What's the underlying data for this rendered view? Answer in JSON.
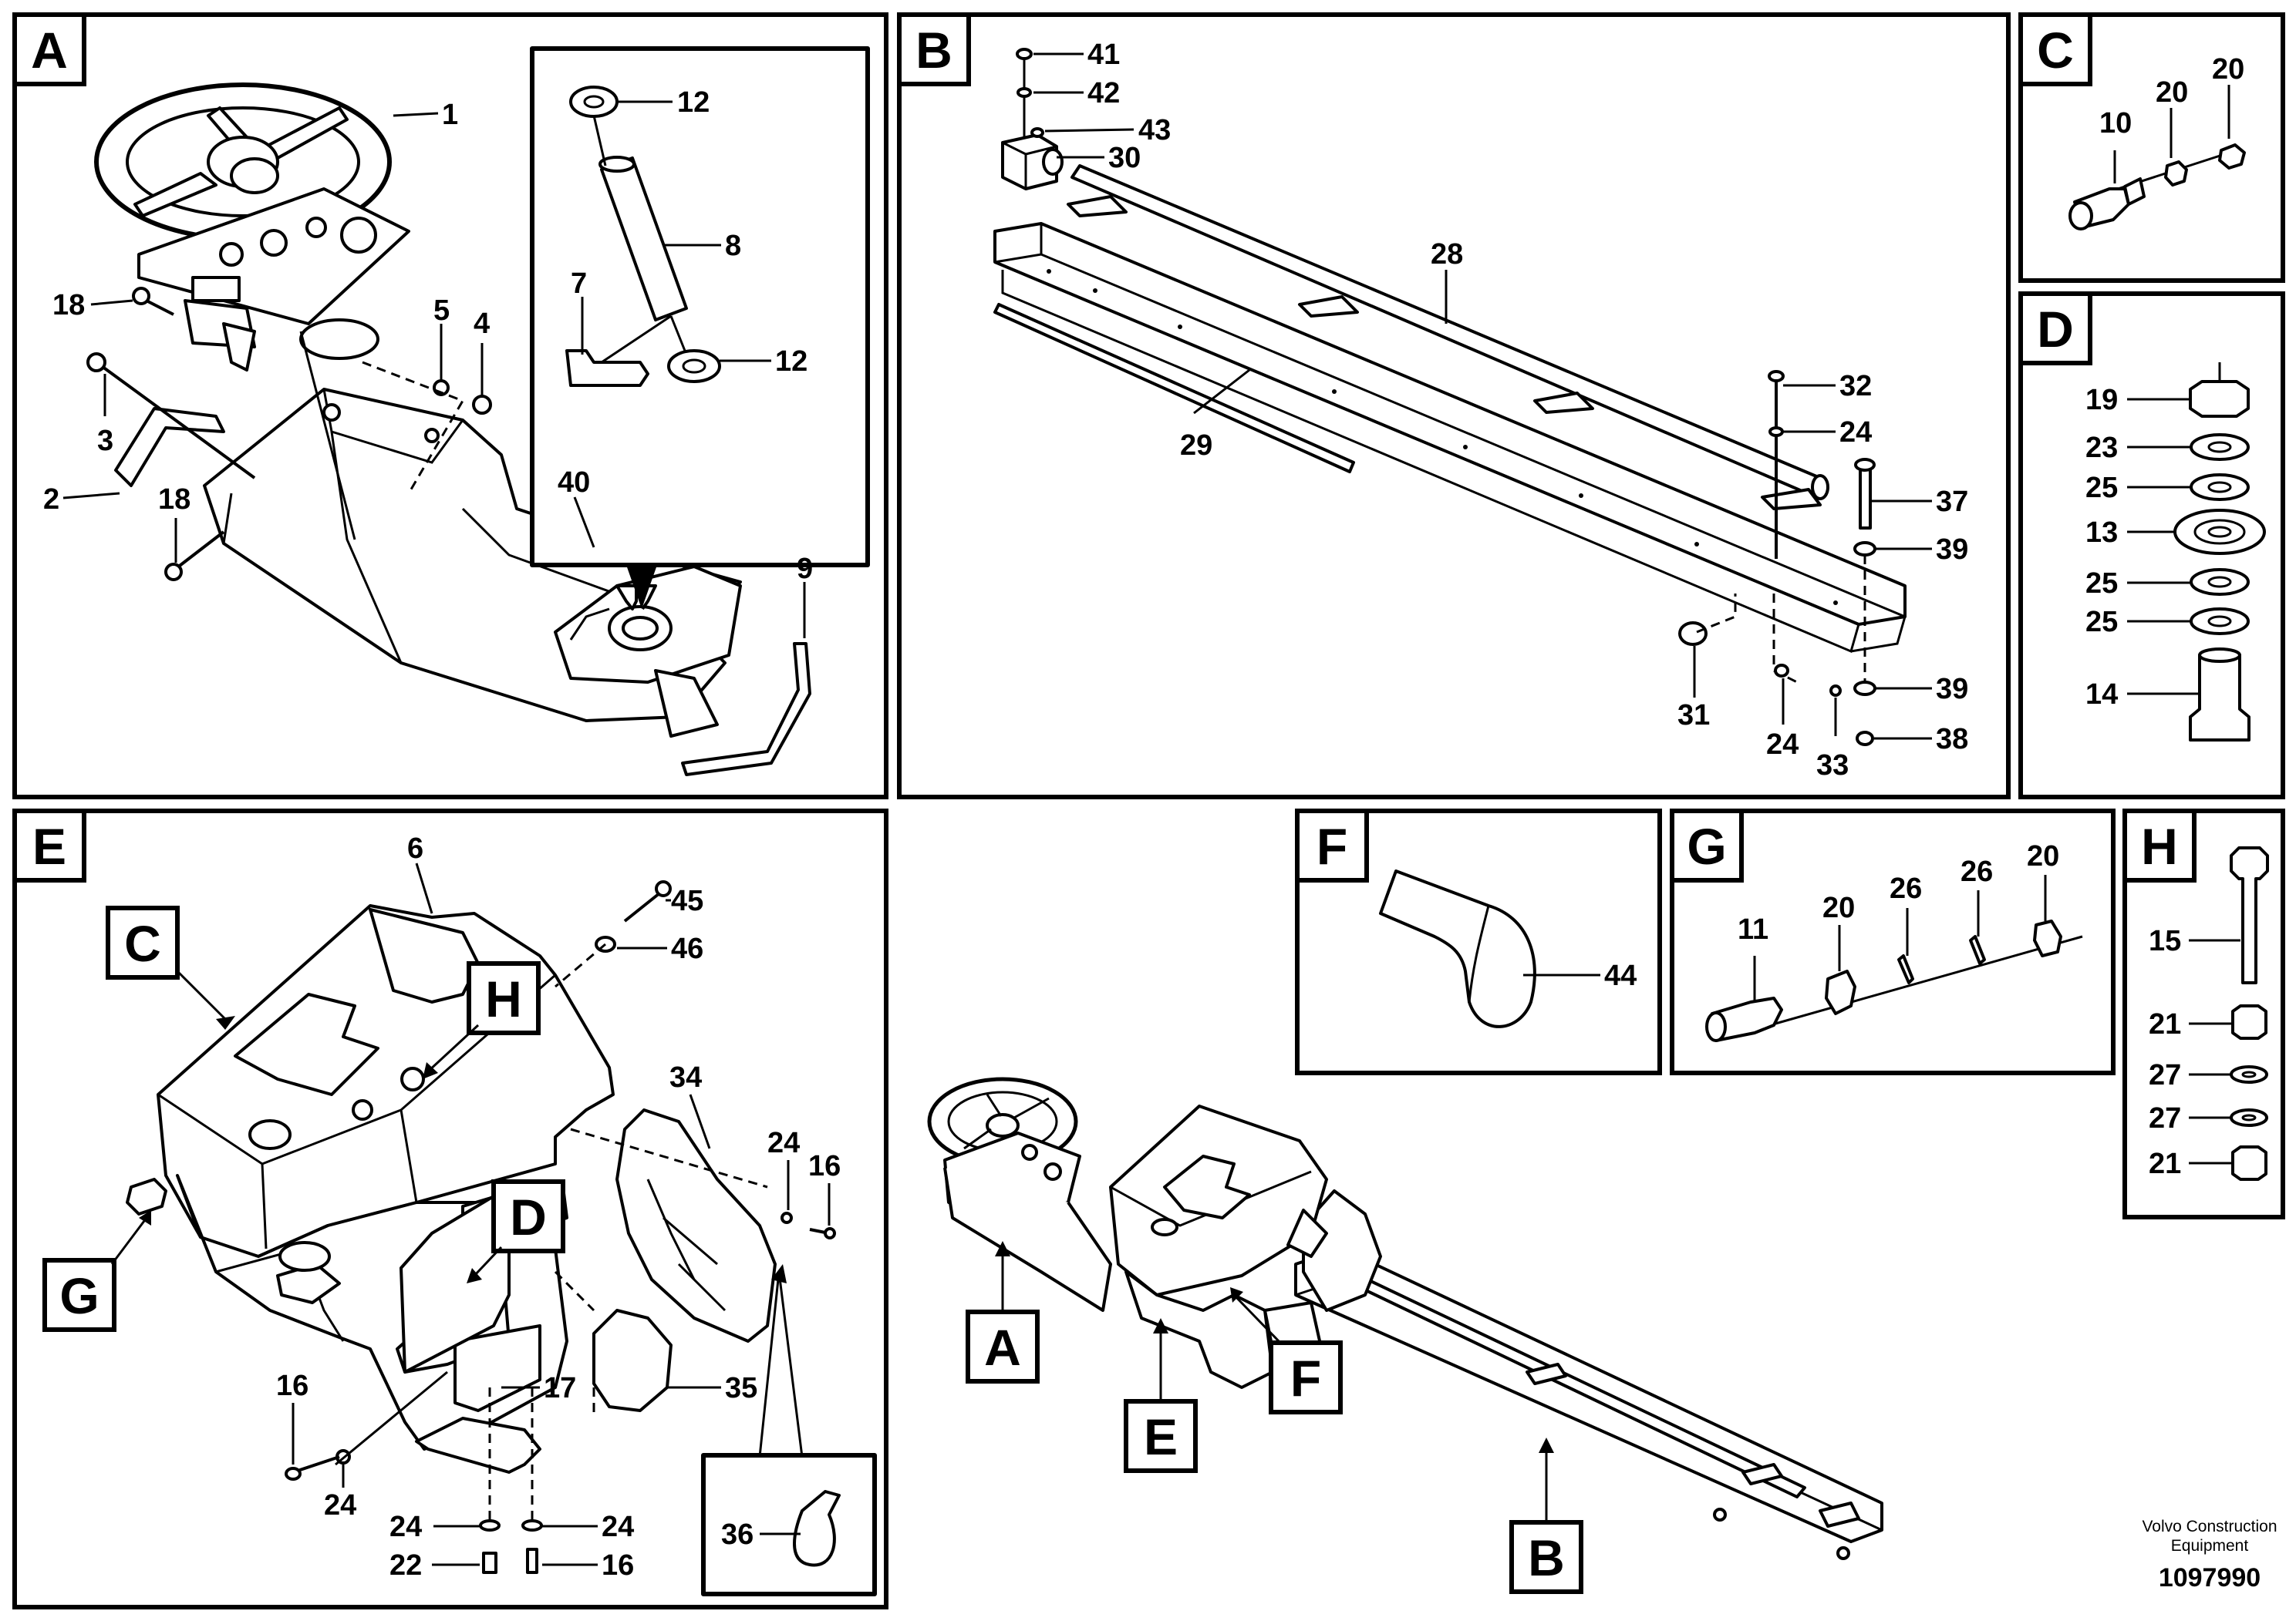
{
  "panels": {
    "A": {
      "letter": "A"
    },
    "B": {
      "letter": "B"
    },
    "C": {
      "letter": "C"
    },
    "D": {
      "letter": "D"
    },
    "E": {
      "letter": "E"
    },
    "F": {
      "letter": "F"
    },
    "G": {
      "letter": "G"
    },
    "H": {
      "letter": "H"
    }
  },
  "callouts": {
    "E": [
      "C",
      "H",
      "D",
      "G"
    ],
    "overview": [
      "A",
      "E",
      "F",
      "B"
    ]
  },
  "part_numbers": {
    "A": [
      "1",
      "12",
      "8",
      "7",
      "12",
      "18",
      "5",
      "4",
      "3",
      "2",
      "18",
      "40",
      "9"
    ],
    "B": [
      "41",
      "42",
      "43",
      "30",
      "28",
      "29",
      "32",
      "24",
      "37",
      "39",
      "31",
      "24",
      "33",
      "39",
      "38"
    ],
    "C": [
      "10",
      "20",
      "20"
    ],
    "D": [
      "19",
      "23",
      "25",
      "13",
      "25",
      "25",
      "14"
    ],
    "E": [
      "6",
      "45",
      "46",
      "34",
      "24",
      "16",
      "17",
      "35",
      "16",
      "24",
      "24",
      "24",
      "22",
      "16",
      "36"
    ],
    "F": [
      "44"
    ],
    "G": [
      "11",
      "20",
      "26",
      "26",
      "20"
    ],
    "H": [
      "15",
      "21",
      "27",
      "27",
      "21"
    ]
  },
  "footer": {
    "maker_line1": "Volvo Construction",
    "maker_line2": "Equipment",
    "doc_number": "1097990"
  }
}
